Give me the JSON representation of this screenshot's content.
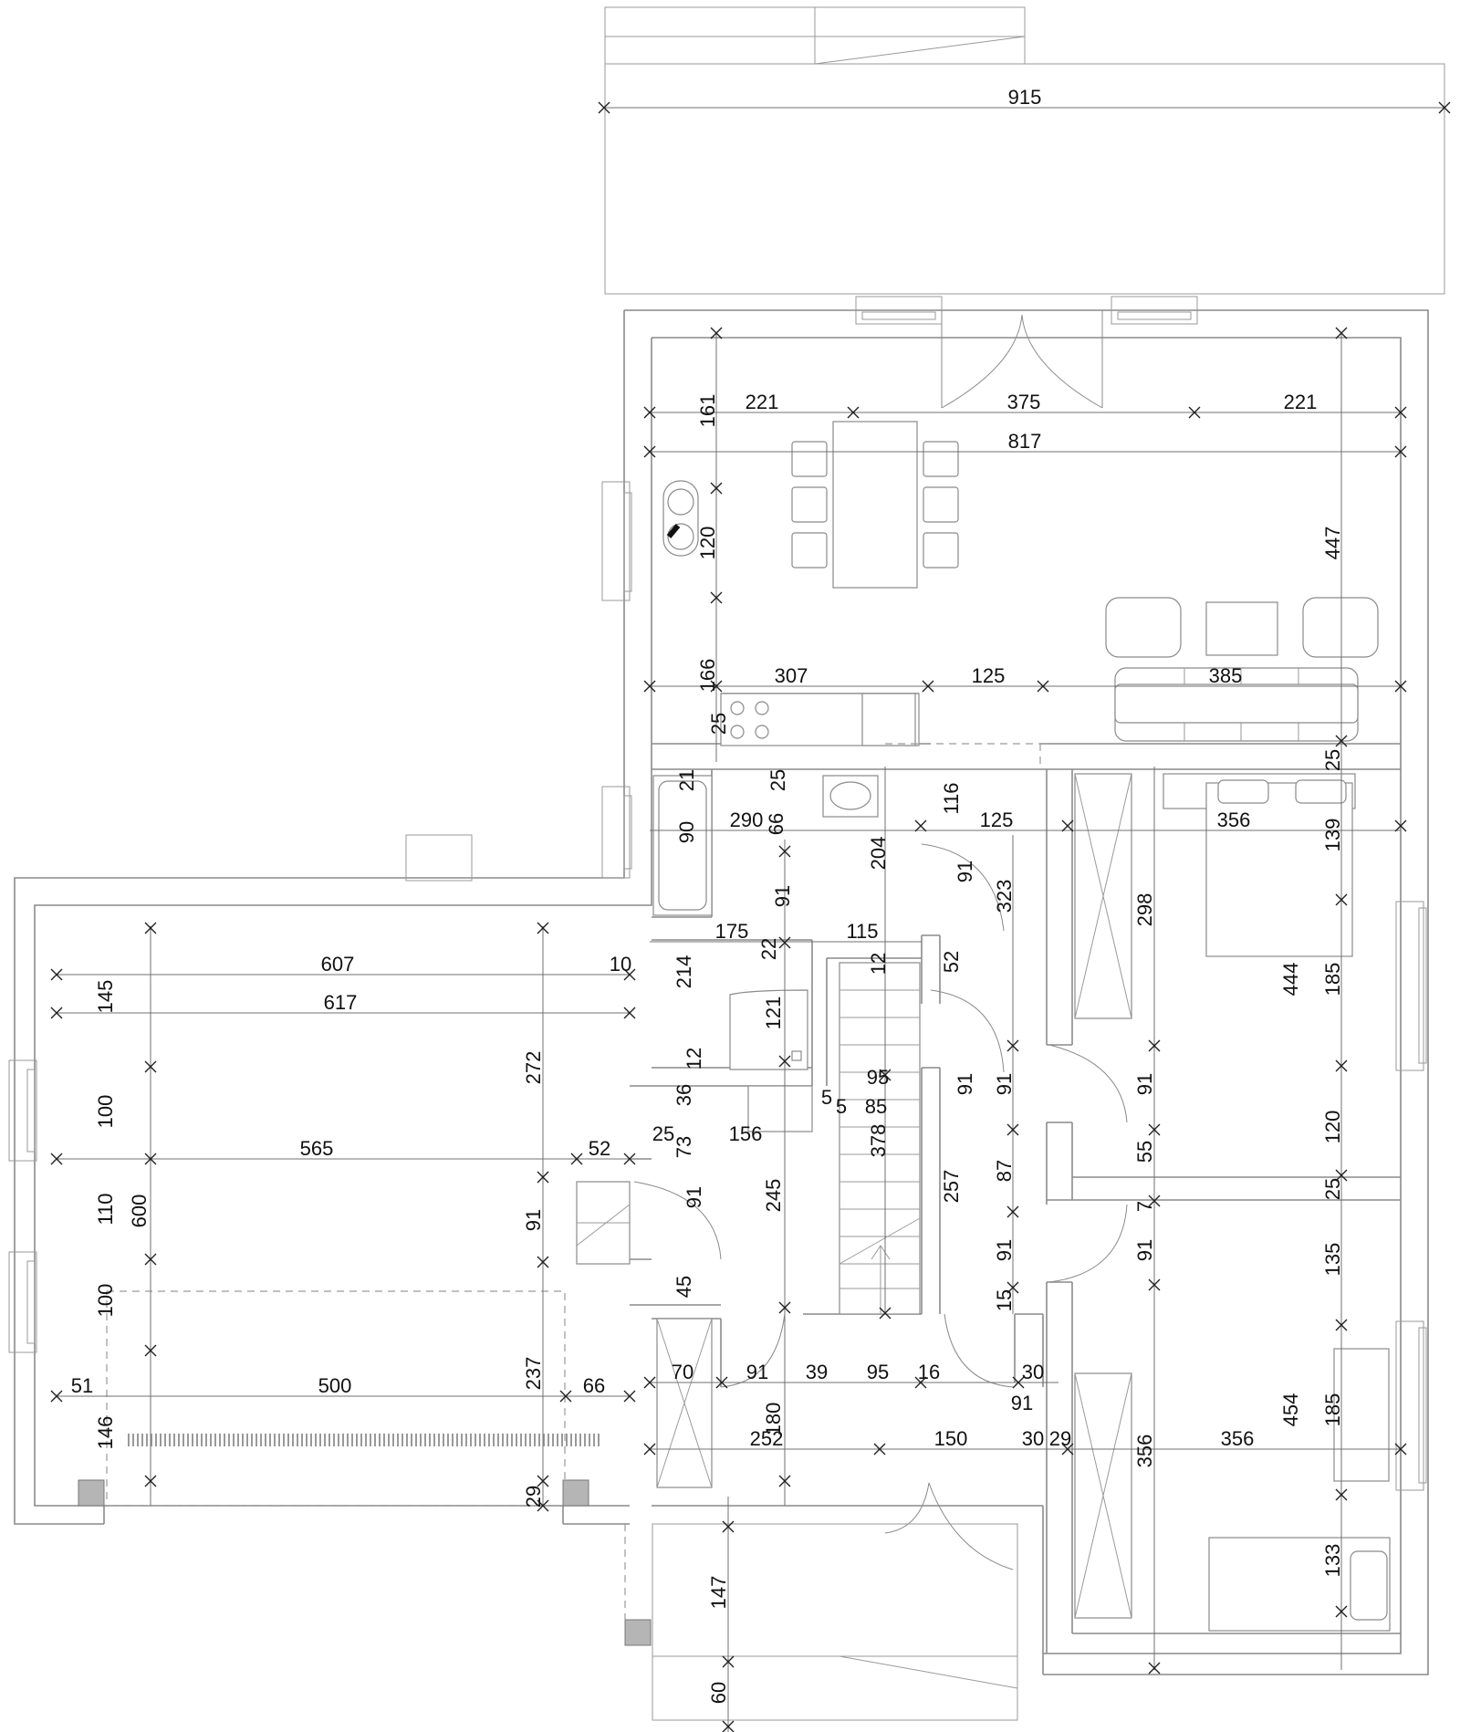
{
  "colors": {
    "wall": "#8a8a8a",
    "dimension": "#111111",
    "background": "#ffffff"
  },
  "dimensions": {
    "d915": "915",
    "d221a": "221",
    "d375": "375",
    "d221b": "221",
    "d817": "817",
    "d161": "161",
    "d120a": "120",
    "d447": "447",
    "d166": "166",
    "d307": "307",
    "d125a": "125",
    "d385": "385",
    "d25a": "25",
    "d21": "21",
    "d25b": "25",
    "d290": "290",
    "d66": "66",
    "d90": "90",
    "d204": "204",
    "d116": "116",
    "d125b": "125",
    "d356a": "356",
    "d25c": "25",
    "d139": "139",
    "d91a": "91",
    "d323": "323",
    "d91b": "91",
    "d298": "298",
    "d175": "175",
    "d22": "22",
    "d115": "115",
    "d12a": "12",
    "d52a": "52",
    "d607": "607",
    "d10": "10",
    "d214": "214",
    "d145": "145",
    "d617": "617",
    "d121": "121",
    "d444": "444",
    "d185a": "185",
    "d272": "272",
    "d12b": "12",
    "d95a": "95",
    "d91c": "91",
    "d91d": "91",
    "d91e": "91",
    "d36": "36",
    "d5a": "5",
    "d5b": "5",
    "d85": "85",
    "d100a": "100",
    "d25d": "25",
    "d156": "156",
    "d73": "73",
    "d378": "378",
    "d120b": "120",
    "d565": "565",
    "d52b": "52",
    "d55": "55",
    "d87": "87",
    "d257": "257",
    "d25e": "25",
    "d110": "110",
    "d600": "600",
    "d91f": "91",
    "d245": "245",
    "d91g": "91",
    "d7": "7",
    "d91h": "91",
    "d91i": "91",
    "d135": "135",
    "d100b": "100",
    "d45": "45",
    "d15": "15",
    "d70": "70",
    "d91j": "91",
    "d39": "39",
    "d95b": "95",
    "d16": "16",
    "d30a": "30",
    "d51": "51",
    "d500": "500",
    "d237": "237",
    "d66b": "66",
    "d180": "180",
    "d91k": "91",
    "d454": "454",
    "d185b": "185",
    "d146": "146",
    "d252": "252",
    "d150": "150",
    "d30b": "30",
    "d29a": "29",
    "d356b": "356",
    "d356c": "356",
    "d29b": "29",
    "d133": "133",
    "d147": "147",
    "d60": "60"
  }
}
